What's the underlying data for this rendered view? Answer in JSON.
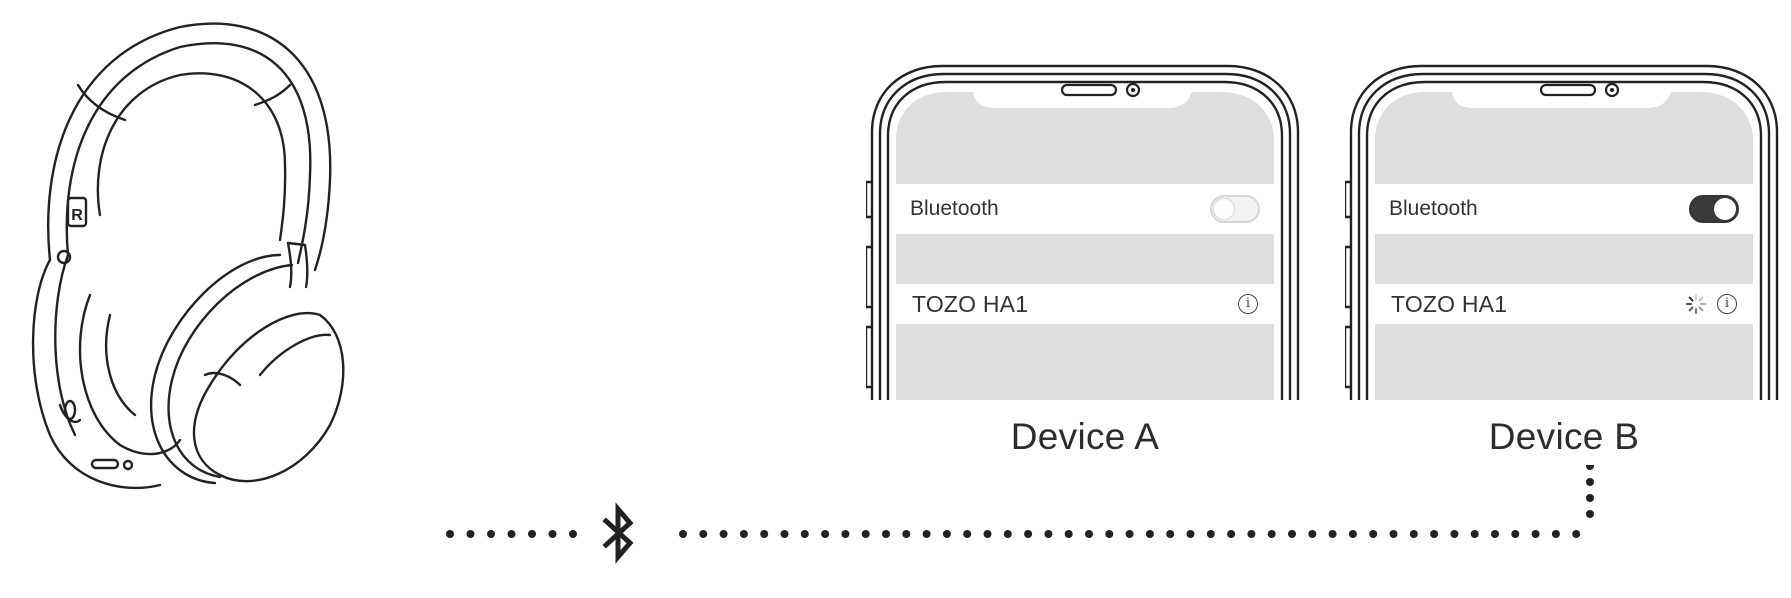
{
  "headphones": {
    "side_marker": "R"
  },
  "devices": [
    {
      "name": "Device A",
      "bluetooth_label": "Bluetooth",
      "bluetooth_on": false,
      "device_entry": "TOZO HA1",
      "connecting": false
    },
    {
      "name": "Device B",
      "bluetooth_label": "Bluetooth",
      "bluetooth_on": true,
      "device_entry": "TOZO HA1",
      "connecting": true
    }
  ],
  "icons": {
    "bluetooth": "bluetooth-icon",
    "info": "info-icon",
    "spinner": "loading-spinner-icon"
  },
  "connection_link": {
    "style": "dotted",
    "from": "headphones",
    "to": "Device B"
  }
}
